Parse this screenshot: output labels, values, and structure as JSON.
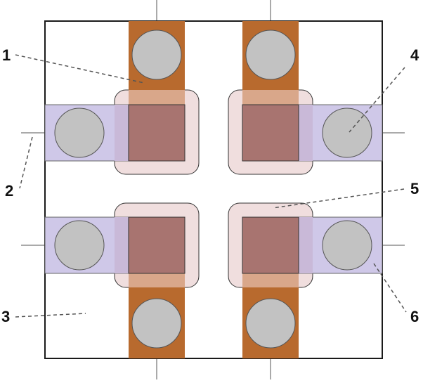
{
  "diagram": {
    "callouts": [
      "1",
      "2",
      "3",
      "4",
      "5",
      "6"
    ]
  },
  "colors": {
    "outline": "#1a1a1a",
    "copper": "#b86a2e",
    "overlap": "#a87470",
    "lavender": "#cfc8e8",
    "pink": "#f0dede",
    "circle": "#c2c2c2"
  }
}
